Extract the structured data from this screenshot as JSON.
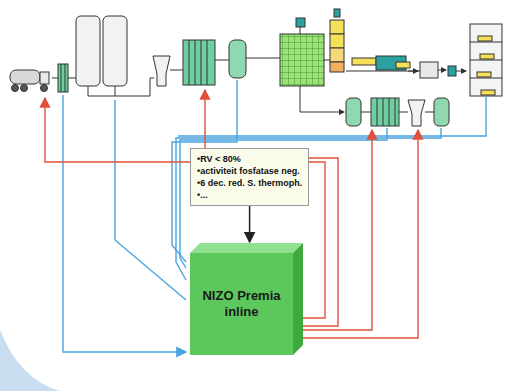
{
  "diagram": {
    "nodes": [
      {
        "text": [
          "•RV < 80%",
          "•activiteit fosfatase neg.",
          "•6 dec. red. S. thermoph.",
          "•..."
        ]
      },
      {
        "text": [
          "NIZO Premia inline"
        ]
      }
    ],
    "edges": [
      {
        "from": 0,
        "to": 1,
        "arrow": "to"
      }
    ]
  }
}
